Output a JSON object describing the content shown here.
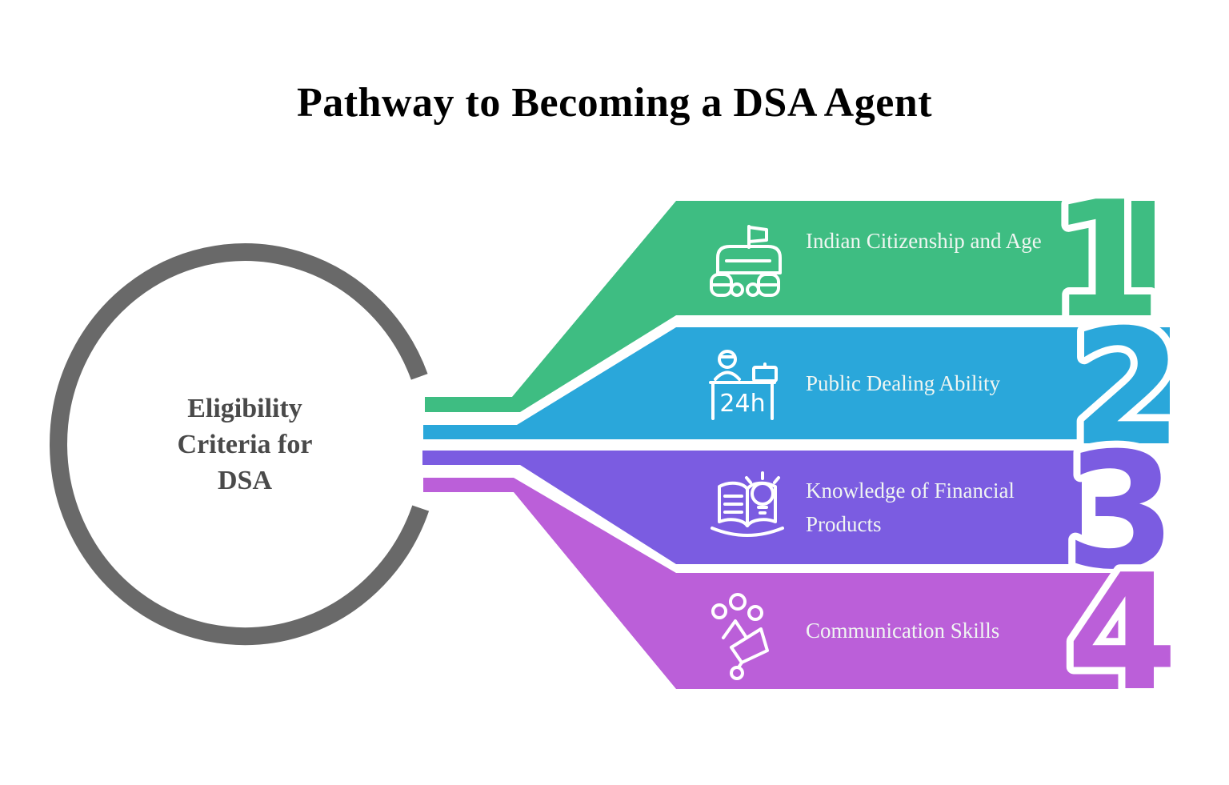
{
  "title": "Pathway to Becoming a DSA Agent",
  "center": {
    "label": "Eligibility Criteria for DSA"
  },
  "steps": [
    {
      "number": "1",
      "label": "Indian Citizenship and Age",
      "color": "#3EBD82",
      "icon": "flag-monument-icon"
    },
    {
      "number": "2",
      "label": "Public Dealing Ability",
      "color": "#2AA7DA",
      "icon": "service-desk-24h-icon",
      "icon_text": "24h"
    },
    {
      "number": "3",
      "label": "Knowledge of Financial Products",
      "color": "#7B5CE1",
      "icon": "book-idea-icon"
    },
    {
      "number": "4",
      "label": "Communication Skills",
      "color": "#BB5FD9",
      "icon": "megaphone-people-icon"
    }
  ],
  "colors": {
    "ring": "#696969",
    "title_text": "#000000",
    "center_text": "#4A4A4A",
    "banner_text": "#F0F6F2",
    "background": "#FFFFFF"
  }
}
